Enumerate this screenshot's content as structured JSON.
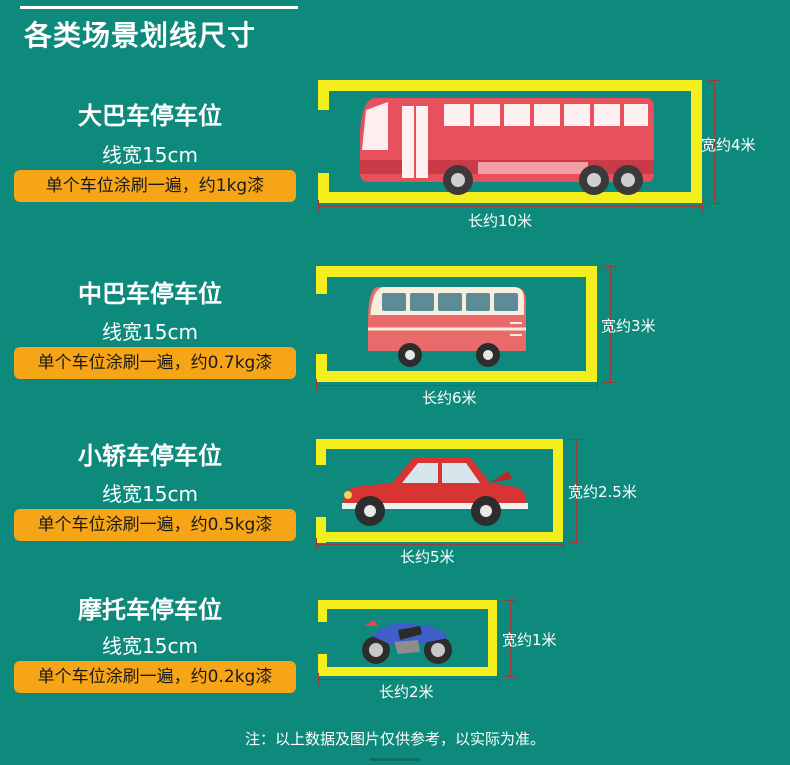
{
  "page_title": "各类场景划线尺寸",
  "items": [
    {
      "title": "大巴车停车位",
      "line_width": "线宽15cm",
      "paint": "单个车位涂刷一遍，约1kg漆",
      "length": "长约10米",
      "width": "宽约4米",
      "vehicle_icon": "bus-icon"
    },
    {
      "title": "中巴车停车位",
      "line_width": "线宽15cm",
      "paint": "单个车位涂刷一遍，约0.7kg漆",
      "length": "长约6米",
      "width": "宽约3米",
      "vehicle_icon": "van-icon"
    },
    {
      "title": "小轿车停车位",
      "line_width": "线宽15cm",
      "paint": "单个车位涂刷一遍，约0.5kg漆",
      "length": "长约5米",
      "width": "宽约2.5米",
      "vehicle_icon": "car-icon"
    },
    {
      "title": "摩托车停车位",
      "line_width": "线宽15cm",
      "paint": "单个车位涂刷一遍，约0.2kg漆",
      "length": "长约2米",
      "width": "宽约1米",
      "vehicle_icon": "motorcycle-icon"
    }
  ],
  "footnote": "注：以上数据及图片仅供参考，以实际为准。",
  "colors": {
    "background": "#0e8a7c",
    "stall_line": "#f3ef1d",
    "badge": "#f6a516"
  }
}
